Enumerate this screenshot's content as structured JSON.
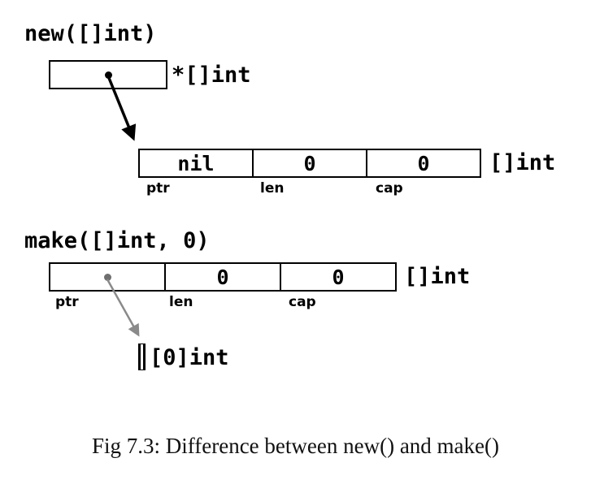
{
  "figure": {
    "new_diagram": {
      "title": "new([]int)",
      "pointer_type_label": "*[]int",
      "slice_struct": {
        "fields": [
          {
            "value": "nil",
            "label": "ptr"
          },
          {
            "value": "0",
            "label": "len"
          },
          {
            "value": "0",
            "label": "cap"
          }
        ],
        "type_label": "[]int"
      }
    },
    "make_diagram": {
      "title": "make([]int, 0)",
      "slice_struct": {
        "fields": [
          {
            "value": "",
            "label": "ptr"
          },
          {
            "value": "0",
            "label": "len"
          },
          {
            "value": "0",
            "label": "cap"
          }
        ],
        "type_label": "[]int"
      },
      "array_type_label": "[0]int"
    },
    "caption": "Fig 7.3: Difference between new() and make()"
  },
  "colors": {
    "line": "#000000",
    "gray_arrow": "#8a8a8a",
    "gray_dot": "#6f6f6f",
    "background": "#ffffff"
  }
}
